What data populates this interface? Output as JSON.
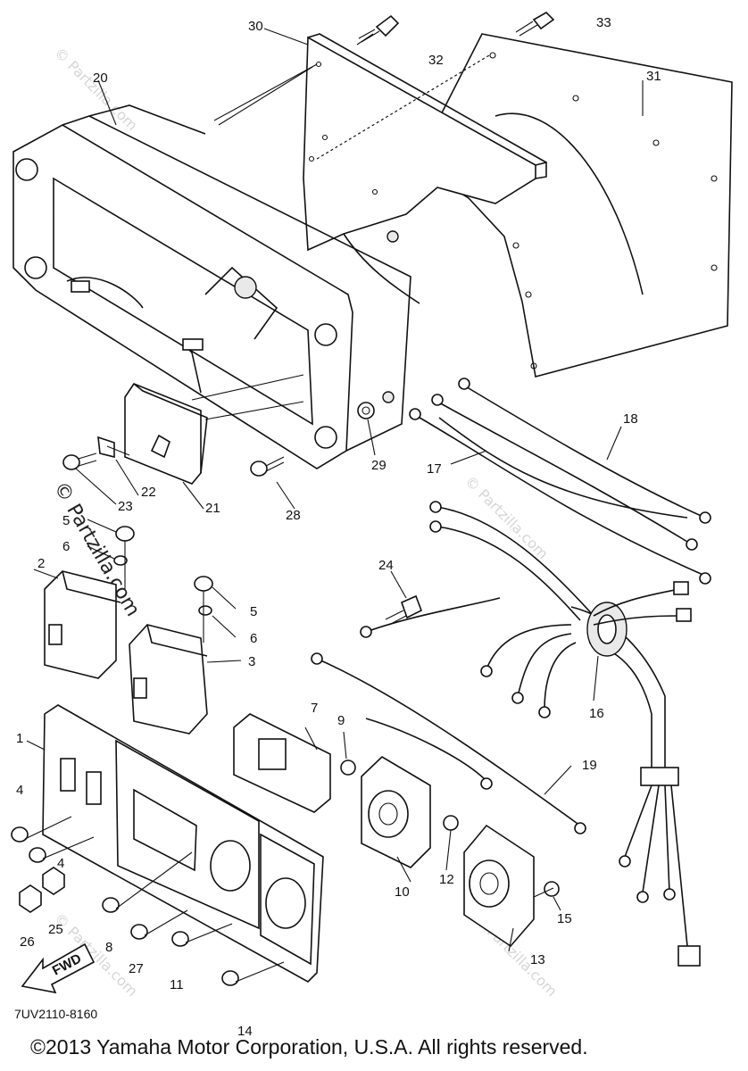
{
  "diagram": {
    "drawing_code": "7UV2110-8160",
    "copyright": "©2013 Yamaha Motor Corporation, U.S.A. All rights reserved.",
    "fwd_label": "FWD",
    "watermark_text": "© Partzilla.com",
    "watermark_large": "© Partzilla.com",
    "callouts": [
      "1",
      "2",
      "3",
      "4",
      "4",
      "5",
      "5",
      "6",
      "6",
      "7",
      "8",
      "9",
      "10",
      "11",
      "12",
      "13",
      "14",
      "15",
      "16",
      "17",
      "18",
      "19",
      "20",
      "21",
      "22",
      "23",
      "24",
      "25",
      "26",
      "27",
      "28",
      "29",
      "30",
      "31",
      "32",
      "33"
    ]
  }
}
